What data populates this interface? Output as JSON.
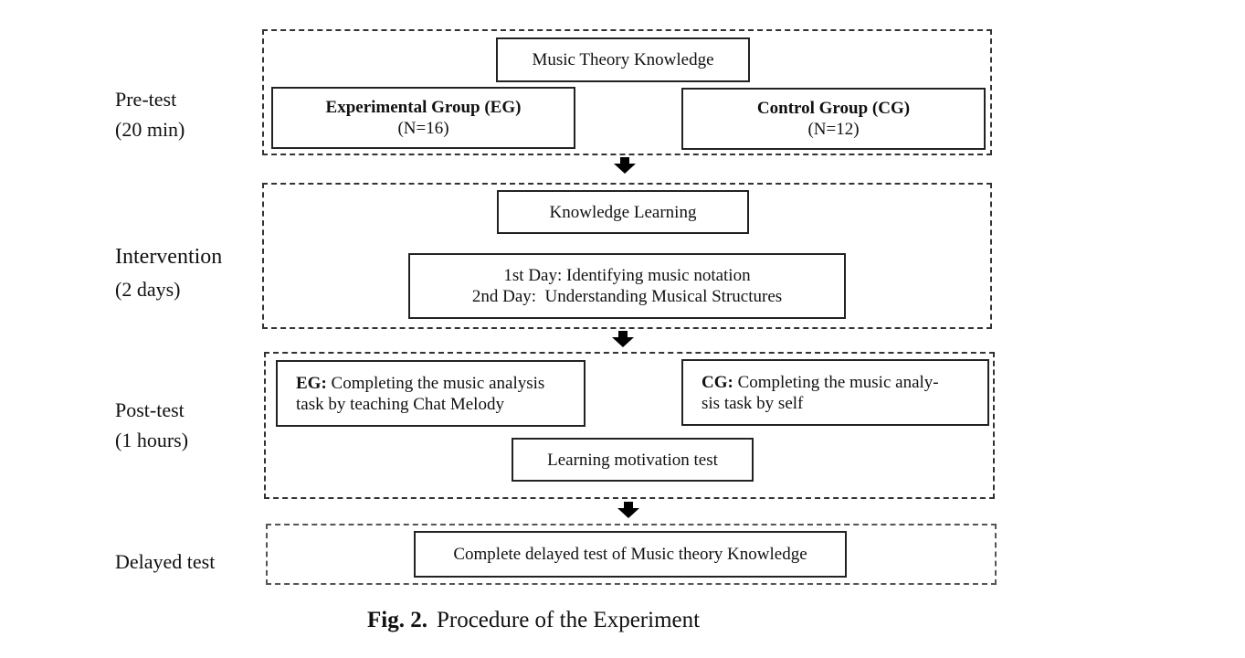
{
  "stages": {
    "pretest": {
      "name": "Pre-test",
      "duration": "(20 min)"
    },
    "intervention": {
      "name": "Intervention",
      "duration": "(2 days)"
    },
    "posttest": {
      "name": "Post-test",
      "duration": "(1 hours)"
    },
    "delayed": {
      "name": "Delayed test"
    }
  },
  "pretest": {
    "topic": "Music Theory Knowledge",
    "eg": {
      "title": "Experimental Group (EG)",
      "n": "(N=16)"
    },
    "cg": {
      "title": "Control Group (CG)",
      "n": "(N=12)"
    }
  },
  "intervention": {
    "topic": "Knowledge Learning",
    "day1": "1st Day: Identifying music notation",
    "day2": "2nd Day:  Understanding Musical Structures"
  },
  "posttest": {
    "eg": {
      "label": "EG:",
      "text_line1": " Completing the music analysis",
      "text_line2": "task by teaching Chat Melody"
    },
    "cg": {
      "label": "CG:",
      "text_line1": " Completing the music analy-",
      "text_line2": "sis task by self"
    },
    "motivation": "Learning motivation test"
  },
  "delayed": {
    "task": "Complete delayed test of Music theory Knowledge"
  },
  "caption": {
    "fig": "Fig. 2.",
    "title": "Procedure of the Experiment"
  }
}
